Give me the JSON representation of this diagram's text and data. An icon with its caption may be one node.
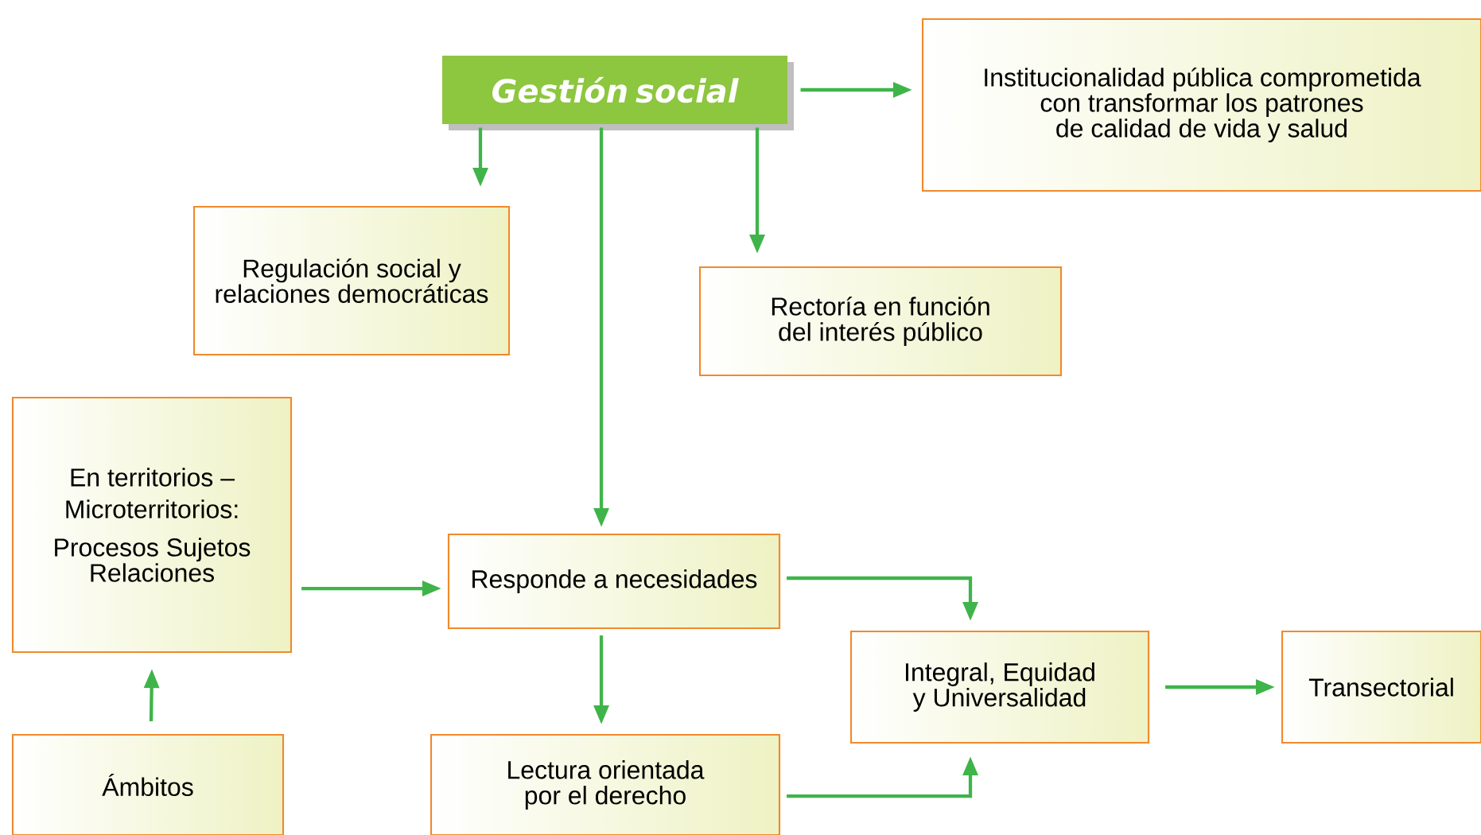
{
  "diagram": {
    "nodes": [
      {
        "text": [
          "Gestión social"
        ]
      },
      {
        "text": [
          "Institucionalidad pública comprometida con transformar los patrones de calidad de vida y salud"
        ]
      },
      {
        "text": [
          "Regulación social y relaciones democráticas"
        ]
      },
      {
        "text": [
          "Rectoría en función del interés público"
        ]
      },
      {
        "text": [
          "En territorios – Microterritorios:",
          "Procesos Sujetos Relaciones"
        ]
      },
      {
        "text": [
          "Responde a necesidades"
        ]
      },
      {
        "text": [
          "Integral, Equidad y Universalidad"
        ]
      },
      {
        "text": [
          "Transectorial"
        ]
      },
      {
        "text": [
          "Ámbitos"
        ]
      },
      {
        "text": [
          "Lectura orientada por el derecho"
        ]
      }
    ],
    "edges": [
      {
        "from": 0,
        "to": 1,
        "arrow": "to"
      },
      {
        "from": 0,
        "to": 2,
        "arrow": "to"
      },
      {
        "from": 0,
        "to": 3,
        "arrow": "to"
      },
      {
        "from": 0,
        "to": 5,
        "arrow": "to"
      },
      {
        "from": 4,
        "to": 5,
        "arrow": "to"
      },
      {
        "from": 8,
        "to": 4,
        "arrow": "to"
      },
      {
        "from": 5,
        "to": 9,
        "arrow": "to"
      },
      {
        "from": 5,
        "to": 6,
        "arrow": "to"
      },
      {
        "from": 9,
        "to": 6,
        "arrow": "to"
      },
      {
        "from": 6,
        "to": 7,
        "arrow": "to"
      }
    ]
  }
}
